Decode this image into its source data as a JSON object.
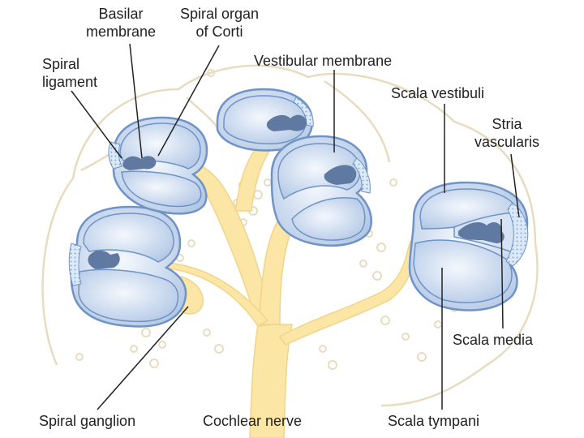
{
  "labels": {
    "basilar_membrane": [
      "Basilar",
      "membrane"
    ],
    "spiral_organ": [
      "Spiral organ",
      "of Corti"
    ],
    "spiral_ligament": [
      "Spiral",
      "ligament"
    ],
    "vestibular_membrane": "Vestibular membrane",
    "scala_vestibuli": "Scala vestibuli",
    "stria_vascularis": [
      "Stria",
      "vascularis"
    ],
    "scala_media": "Scala media",
    "spiral_ganglion": "Spiral ganglion",
    "cochlear_nerve": "Cochlear nerve",
    "scala_tympani": "Scala tympani"
  },
  "colors": {
    "duct_fill": "#c9d9ef",
    "duct_outline": "#6f93c4",
    "organ_fill": "#5f79a0",
    "nerve_fill": "#fbe6a6",
    "bone_outline": "#e7dcc0",
    "stria_dots": "#7fa9d8"
  }
}
